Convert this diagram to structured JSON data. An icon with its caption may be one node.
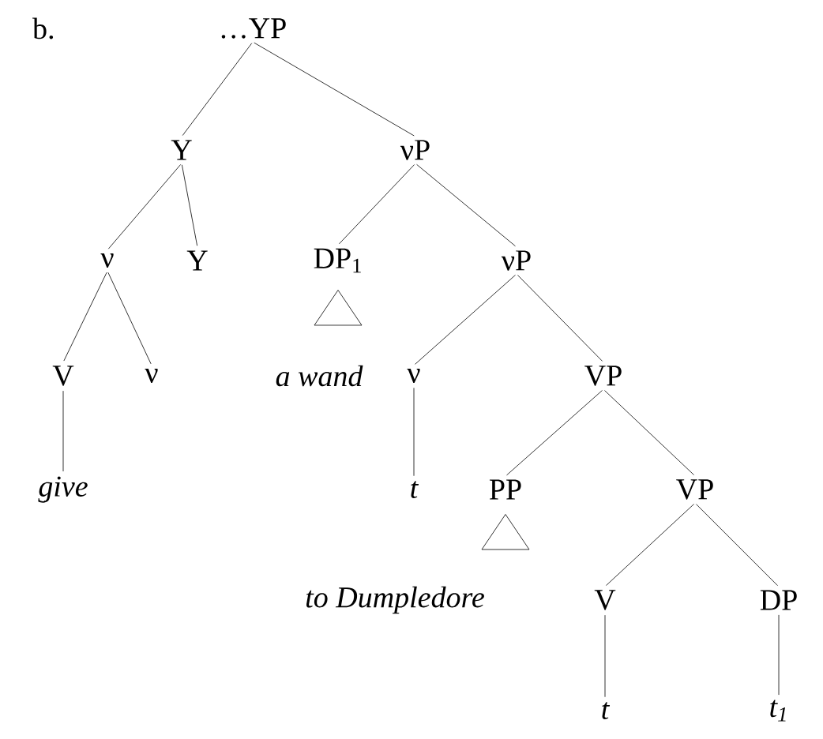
{
  "diagram": {
    "nodes": [
      {
        "text": [
          "…YP"
        ]
      },
      {
        "text": [
          "Y"
        ]
      },
      {
        "text": [
          "νP"
        ]
      },
      {
        "text": [
          "ν"
        ]
      },
      {
        "text": [
          "Y"
        ]
      },
      {
        "text": [
          "DP$_{1}$"
        ]
      },
      {
        "text": [
          "νP"
        ]
      },
      {
        "text": [
          "V"
        ]
      },
      {
        "text": [
          "ν"
        ]
      },
      {
        "text": [
          "a wand"
        ]
      },
      {
        "text": [
          "ν"
        ]
      },
      {
        "text": [
          "VP"
        ]
      },
      {
        "text": [
          "give"
        ]
      },
      {
        "text": [
          "t"
        ]
      },
      {
        "text": [
          "PP"
        ]
      },
      {
        "text": [
          "VP"
        ]
      },
      {
        "text": [
          "to Dumpledore"
        ]
      },
      {
        "text": [
          "V"
        ]
      },
      {
        "text": [
          "DP"
        ]
      },
      {
        "text": [
          "t"
        ]
      },
      {
        "text": [
          "t$_{1}$"
        ]
      },
      {
        "text": [],
        "shape": "triangle"
      },
      {
        "text": [],
        "shape": "triangle"
      }
    ],
    "edges": [
      {
        "from": 0,
        "to": 1,
        "arrow": "none"
      },
      {
        "from": 0,
        "to": 2,
        "arrow": "none"
      },
      {
        "from": 1,
        "to": 3,
        "arrow": "none"
      },
      {
        "from": 1,
        "to": 4,
        "arrow": "none"
      },
      {
        "from": 3,
        "to": 7,
        "arrow": "none"
      },
      {
        "from": 3,
        "to": 8,
        "arrow": "none"
      },
      {
        "from": 7,
        "to": 12,
        "arrow": "none"
      },
      {
        "from": 2,
        "to": 5,
        "arrow": "none"
      },
      {
        "from": 2,
        "to": 6,
        "arrow": "none"
      },
      {
        "from": 6,
        "to": 10,
        "arrow": "none"
      },
      {
        "from": 6,
        "to": 11,
        "arrow": "none"
      },
      {
        "from": 10,
        "to": 13,
        "arrow": "none"
      },
      {
        "from": 11,
        "to": 14,
        "arrow": "none"
      },
      {
        "from": 11,
        "to": 15,
        "arrow": "none"
      },
      {
        "from": 15,
        "to": 17,
        "arrow": "none"
      },
      {
        "from": 15,
        "to": 18,
        "arrow": "none"
      },
      {
        "from": 17,
        "to": 19,
        "arrow": "none"
      },
      {
        "from": 18,
        "to": 20,
        "arrow": "none"
      }
    ],
    "labels": [
      "b."
    ]
  }
}
